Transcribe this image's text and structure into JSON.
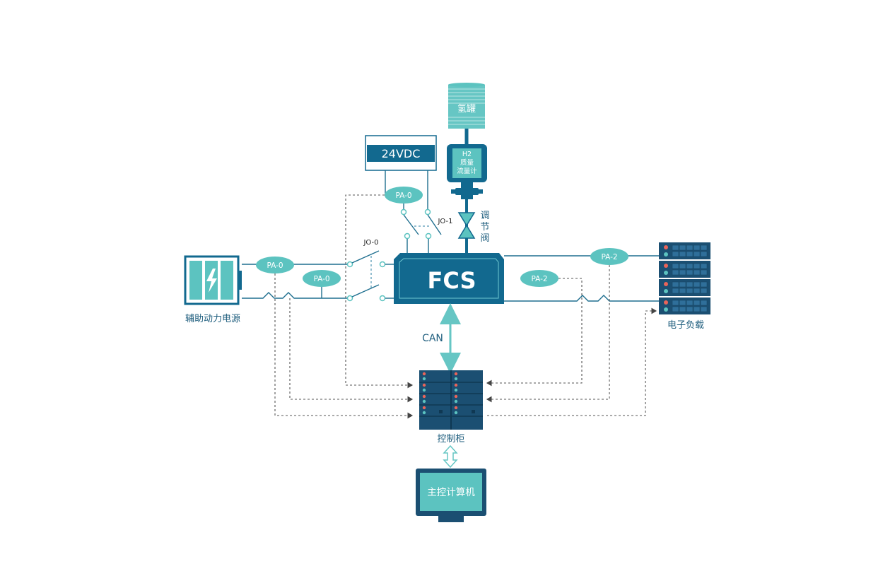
{
  "components": {
    "hydrogen_tank": "氢罐",
    "flow_meter_line1": "H2",
    "flow_meter_line2": "质量",
    "flow_meter_line3": "流量计",
    "regulating_valve_1": "调",
    "regulating_valve_2": "节",
    "regulating_valve_3": "阀",
    "power_supply_24v": "24VDC",
    "fcs": "FCS",
    "aux_power": "辅助动力电源",
    "electronic_load": "电子负载",
    "control_cabinet": "控制柜",
    "master_computer": "主控计算机",
    "can_bus": "CAN"
  },
  "sensors": {
    "pa0_top": "PA-0",
    "pa0_left_upper": "PA-0",
    "pa0_left_lower": "PA-0",
    "pa2_right_upper": "PA-2",
    "pa2_right_lower": "PA-2"
  },
  "switches": {
    "jo0": "JO-0",
    "jo1": "JO-1"
  },
  "colors": {
    "dark_blue": "#12698f",
    "teal": "#5cc3c0",
    "navy": "#1b4f72",
    "light_teal": "#66c6c4"
  }
}
